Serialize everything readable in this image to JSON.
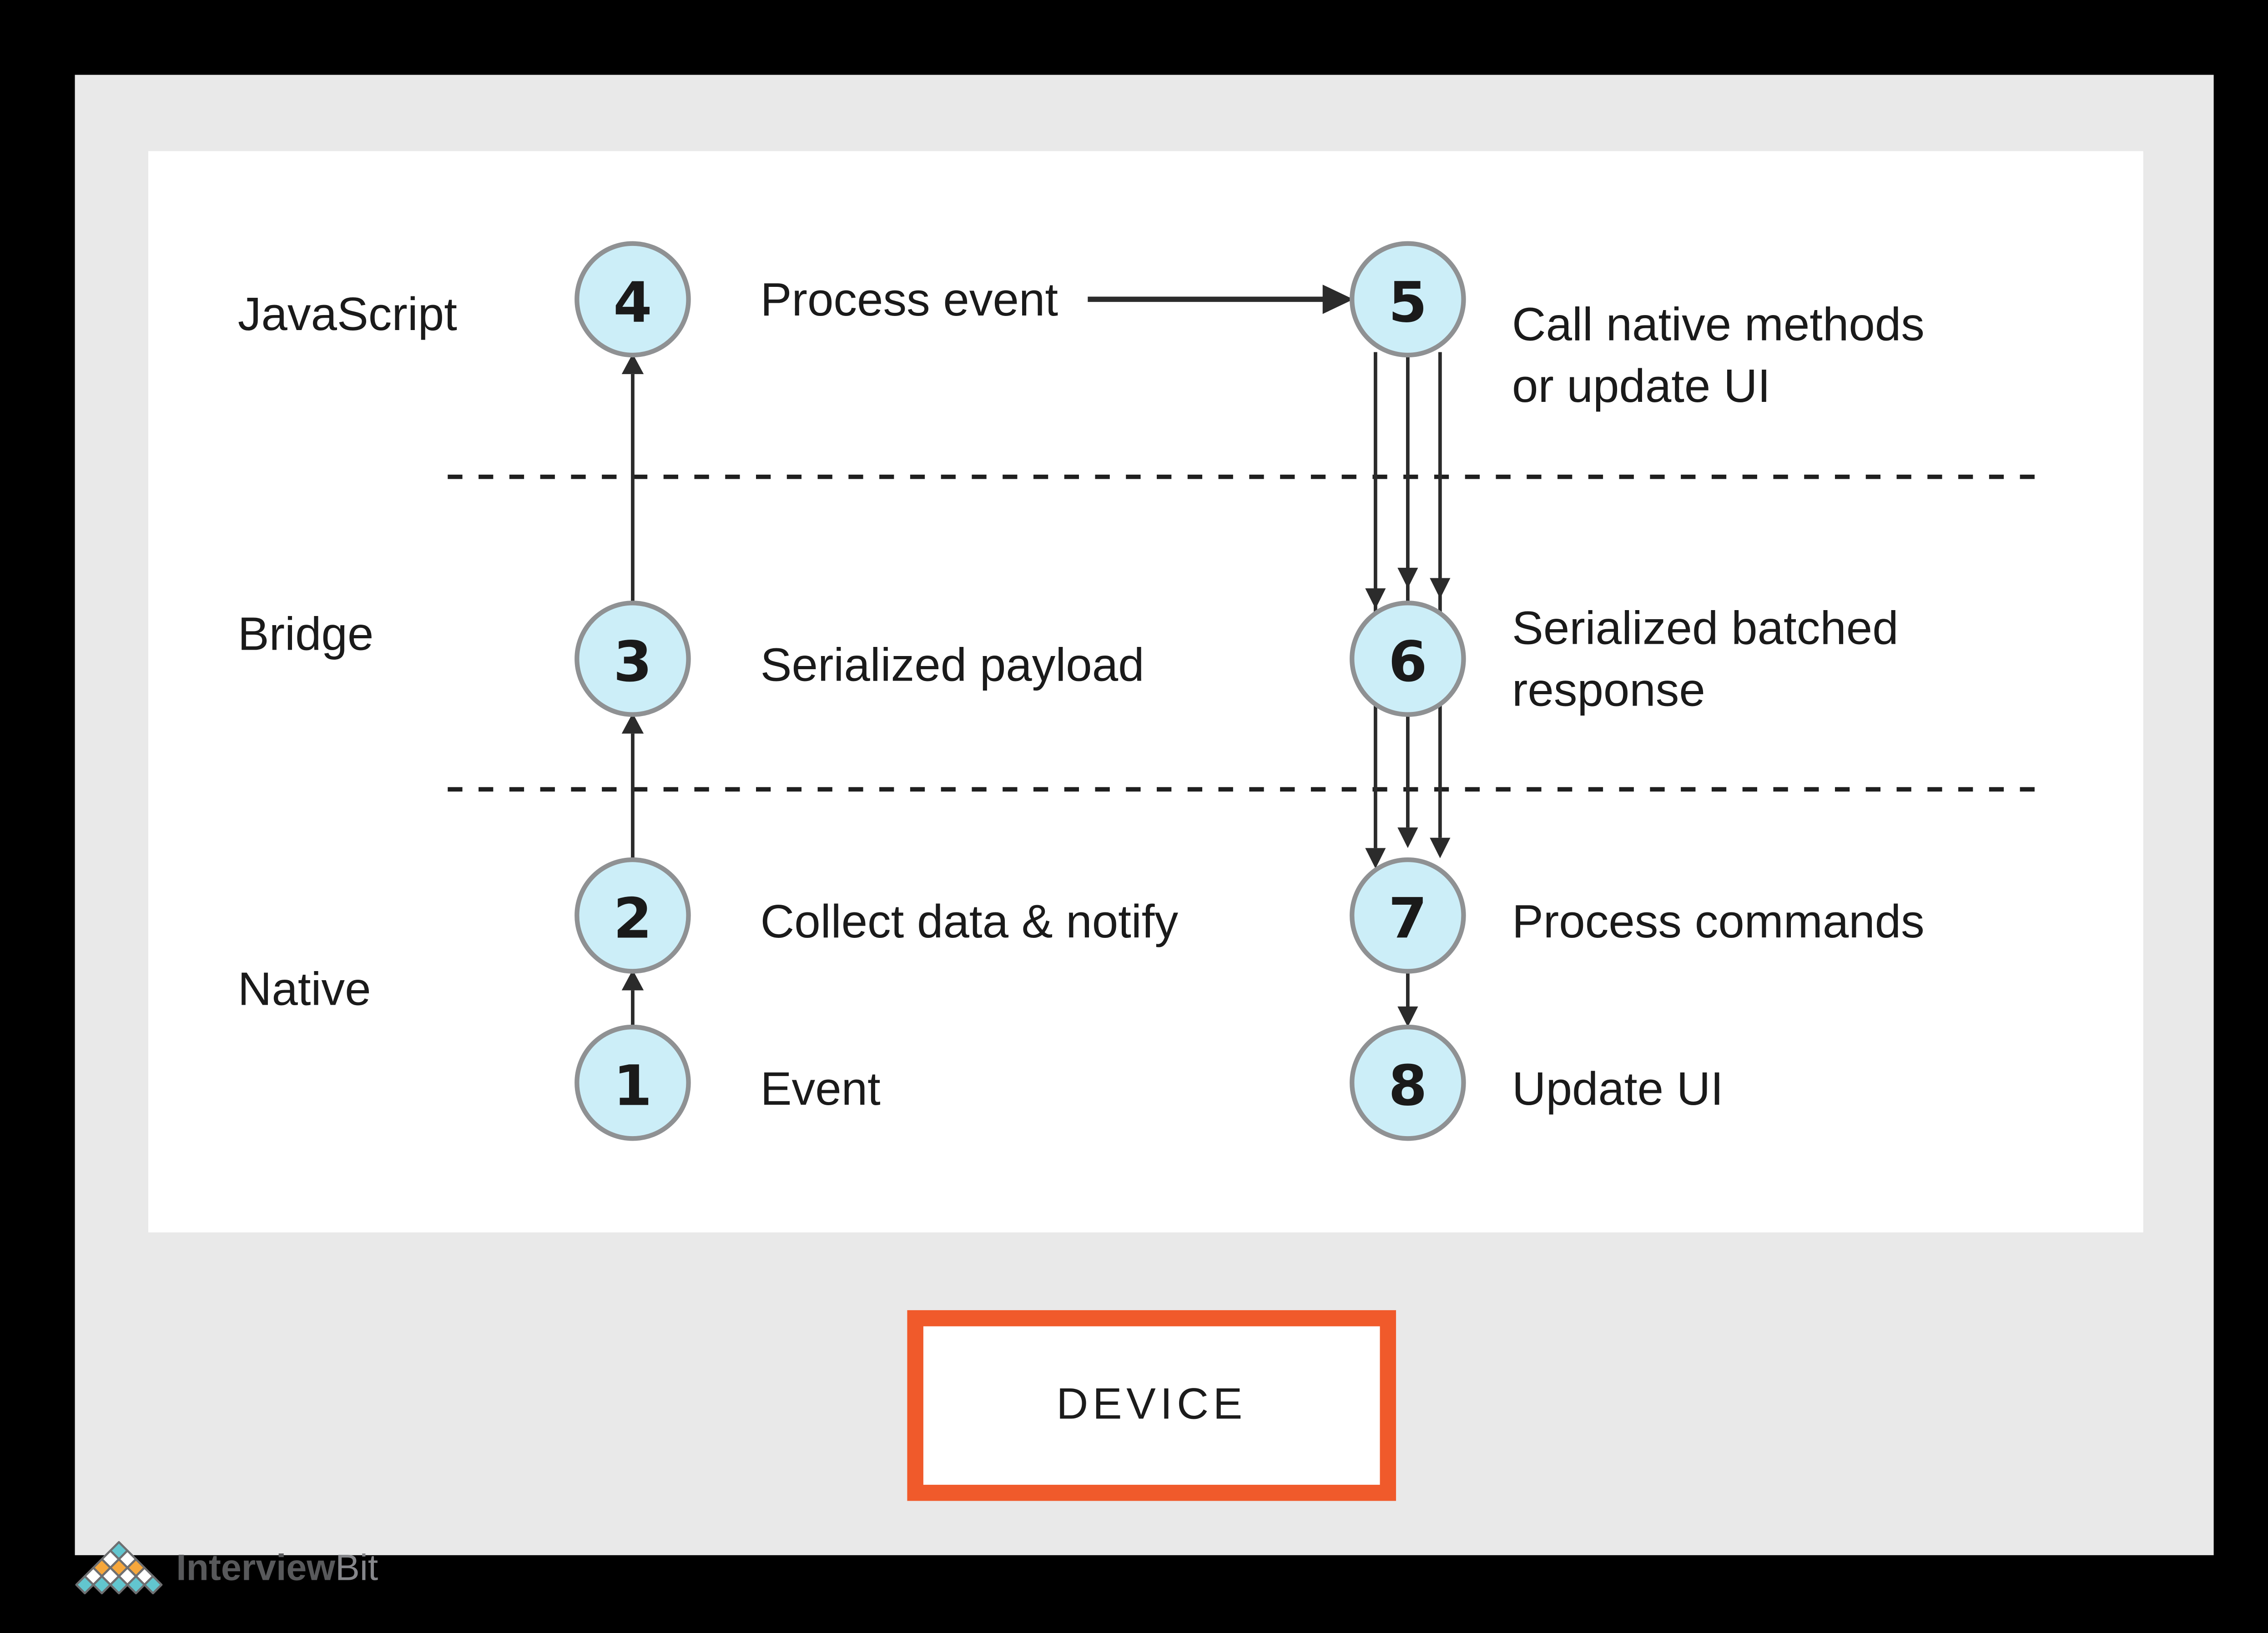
{
  "diagram": {
    "lanes": [
      {
        "label": "JavaScript"
      },
      {
        "label": "Bridge"
      },
      {
        "label": "Native"
      }
    ],
    "nodes": {
      "n1": {
        "num": "1",
        "label": "Event"
      },
      "n2": {
        "num": "2",
        "label": "Collect data & notify"
      },
      "n3": {
        "num": "3",
        "label": "Serialized payload"
      },
      "n4": {
        "num": "4",
        "label": "Process event"
      },
      "n5": {
        "num": "5",
        "label_line1": "Call native methods",
        "label_line2": "or update UI"
      },
      "n6": {
        "num": "6",
        "label_line1": "Serialized batched",
        "label_line2": "response"
      },
      "n7": {
        "num": "7",
        "label": "Process commands"
      },
      "n8": {
        "num": "8",
        "label": "Update UI"
      }
    }
  },
  "device": {
    "label": "DEVICE"
  },
  "brand": {
    "text_primary": "Interview",
    "text_secondary": "Bit"
  },
  "colors": {
    "page_bg": "#000000",
    "mat_bg": "#e9e9e9",
    "panel_bg": "#ffffff",
    "circle_fill": "#cceef8",
    "circle_stroke": "#8f9193",
    "arrow": "#2b2b2b",
    "device_border": "#f05a2b",
    "brand_primary": "#58595b",
    "brand_secondary": "#85868a"
  },
  "logo": {
    "palette": {
      "teal": "#62c6cf",
      "white": "#ffffff",
      "orange": "#f6a73c",
      "outline": "#6e6f71"
    },
    "rows": [
      [
        "teal"
      ],
      [
        "white",
        "white"
      ],
      [
        "orange",
        "orange",
        "orange"
      ],
      [
        "white",
        "white",
        "white",
        "white"
      ],
      [
        "teal",
        "teal",
        "teal",
        "teal",
        "teal"
      ]
    ]
  }
}
